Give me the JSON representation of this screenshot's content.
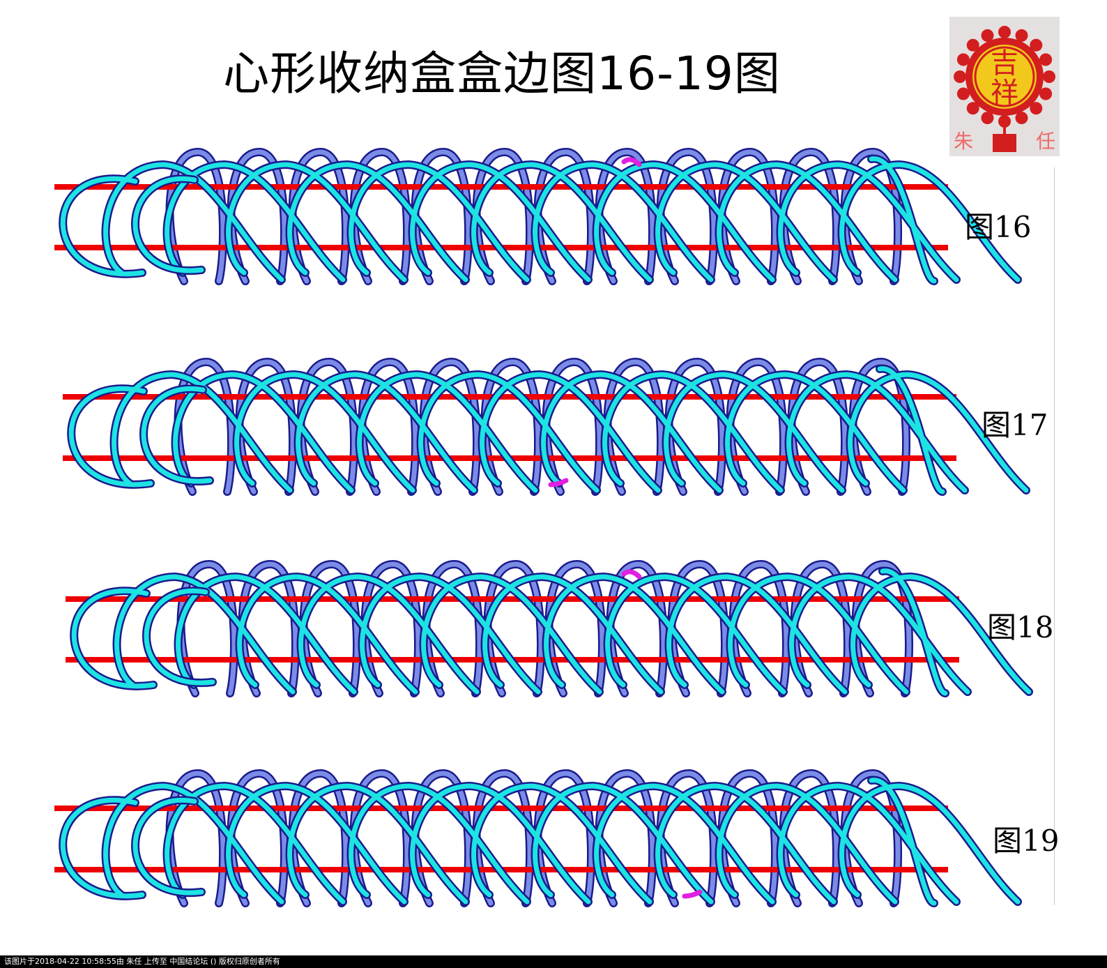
{
  "title": "心形收纳盒盒边图16-19图",
  "logo": {
    "main_char_top": "吉",
    "main_char_bottom": "祥",
    "left_char": "朱",
    "right_char": "任"
  },
  "figures": [
    {
      "label": "图16"
    },
    {
      "label": "图17"
    },
    {
      "label": "图18"
    },
    {
      "label": "图19"
    }
  ],
  "colors": {
    "core_cord": "#ee0000",
    "front_cord": "#1de3e3",
    "back_cord": "#7b8ce6",
    "cord_outline": "#1a1a8c",
    "cord_tip": "#e020e0",
    "logo_red": "#d21e1e",
    "logo_gold": "#f2c81c"
  },
  "footer": "该图片于2018-04-22 10:58:55由 朱任 上传至 中国结论坛 () 版权归原创者所有"
}
